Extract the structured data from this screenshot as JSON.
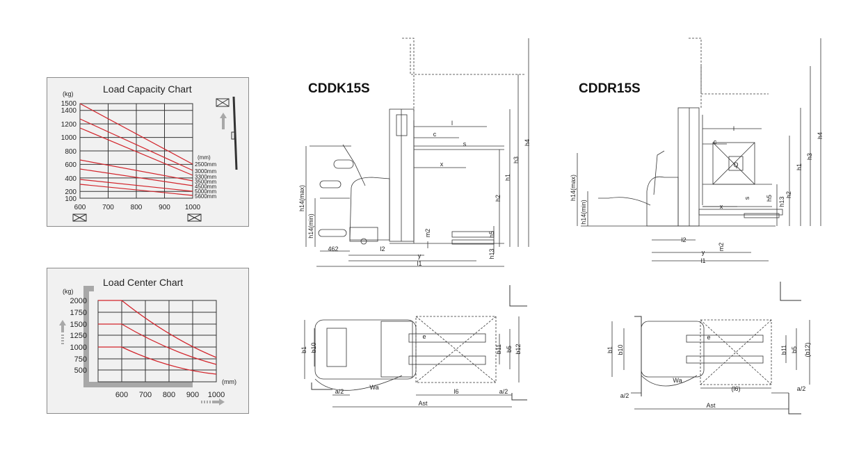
{
  "colors": {
    "curve": "#d2232a",
    "grid": "#333333",
    "panel_bg": "#f1f1f1",
    "gray": "#a8a8a8",
    "drawing": "#333333"
  },
  "models": {
    "left": "CDDK15S",
    "right": "CDDR15S"
  },
  "load_capacity": {
    "title": "Load Capacity Chart",
    "unit_y": "(kg)",
    "unit_series": "(mm)",
    "y_ticks": [
      "1500",
      "1400",
      "1200",
      "1000",
      "800",
      "600",
      "400",
      "200",
      "100"
    ],
    "x_ticks": [
      "600",
      "700",
      "800",
      "900",
      "1000"
    ],
    "series": [
      "2500mm",
      "3000mm",
      "3300mm",
      "3500mm",
      "4500mm",
      "5000mm",
      "5600mm"
    ]
  },
  "load_center": {
    "title": "Load Center Chart",
    "unit_y": "(kg)",
    "unit_x": "(mm)",
    "y_ticks": [
      "2000",
      "1750",
      "1500",
      "1250",
      "1000",
      "750",
      "500"
    ],
    "x_ticks": [
      "600",
      "700",
      "800",
      "900",
      "1000"
    ]
  },
  "dims_left_side": {
    "h14max": "h14(max)",
    "h14min": "h14(min)",
    "v462": "462",
    "l2": "l2",
    "y": "y",
    "l1": "l1",
    "l": "l",
    "c": "c",
    "s": "s",
    "x": "x",
    "m2": "m2",
    "h5": "h5",
    "h13": "h13",
    "h2": "h2",
    "h1": "h1",
    "h3": "h3",
    "h4": "h4"
  },
  "dims_left_top": {
    "b1": "b1",
    "b10": "b10",
    "b11": "b11",
    "b5": "b5",
    "b12": "b12",
    "e": "e",
    "a2a": "a/2",
    "wa": "Wa",
    "l6": "l6",
    "a2b": "a/2",
    "ast": "Ast"
  },
  "dims_right_side": {
    "h14max": "h14(max)",
    "h14min": "h14(min)",
    "l": "l",
    "c": "c",
    "q": "Q",
    "s": "s",
    "x": "x",
    "h5": "h5",
    "h13": "h13",
    "h2": "h2",
    "h1": "h1",
    "h3": "h3",
    "h4": "h4",
    "l2": "l2",
    "m2": "m2",
    "y": "y",
    "l1": "l1"
  },
  "dims_right_top": {
    "b1": "b1",
    "b10": "b10",
    "b11": "b11",
    "b5": "b5",
    "b12": "(b12)",
    "e": "e",
    "wa": "Wa",
    "l6": "(l6)",
    "a2a": "a/2",
    "a2b": "a/2",
    "ast": "Ast"
  }
}
